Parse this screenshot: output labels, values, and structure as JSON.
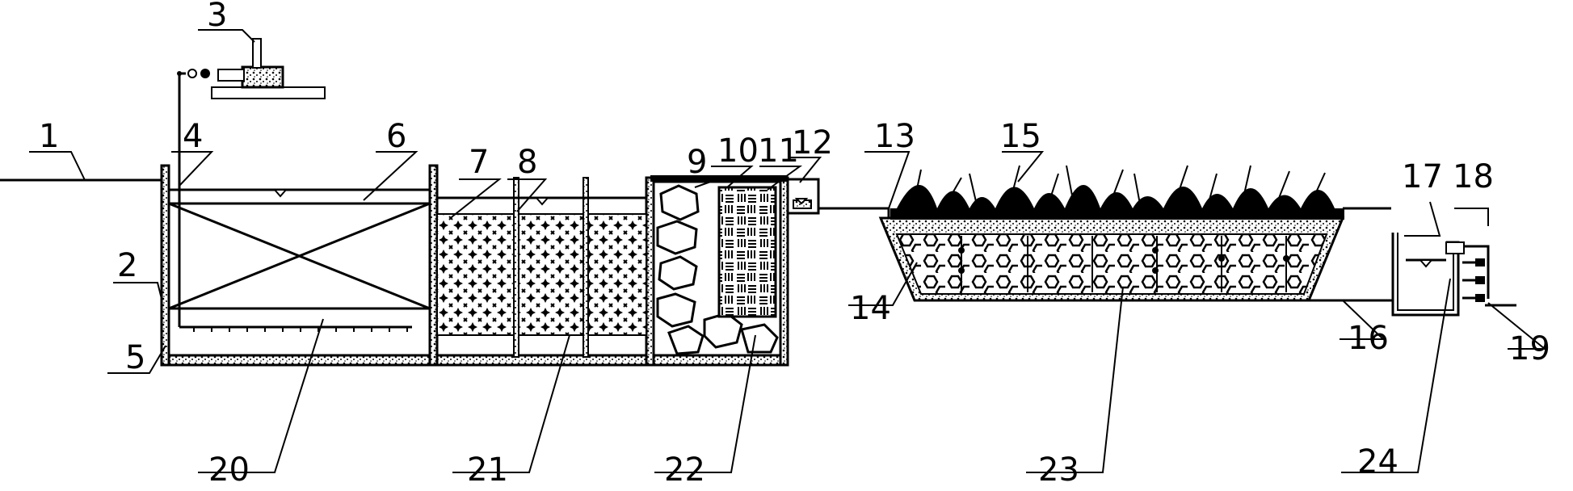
{
  "labels": {
    "l1": "1",
    "l2": "2",
    "l3": "3",
    "l4": "4",
    "l5": "5",
    "l6": "6",
    "l7": "7",
    "l8": "8",
    "l9": "9",
    "l10": "10",
    "l11": "11",
    "l12": "12",
    "l13": "13",
    "l14": "14",
    "l15": "15",
    "l16": "16",
    "l17": "17",
    "l18": "18",
    "l19": "19",
    "l20": "20",
    "l21": "21",
    "l22": "22",
    "l23": "23",
    "l24": "24"
  },
  "colors": {
    "ink": "#000000",
    "paper": "#ffffff"
  }
}
